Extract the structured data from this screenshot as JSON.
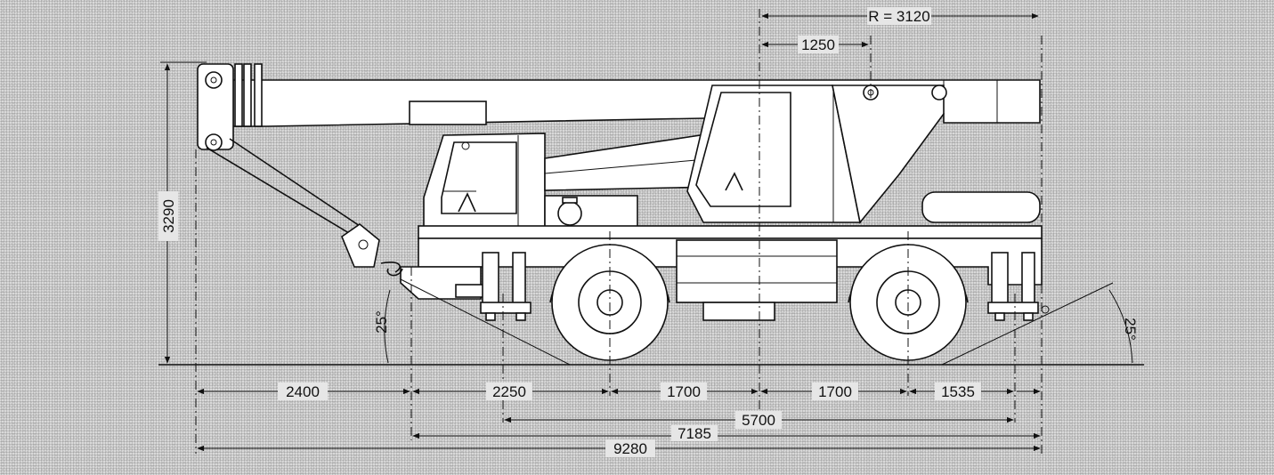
{
  "dimensions": {
    "radius": "R = 3120",
    "cab_offset": "1250",
    "height": "3290",
    "front_overhang": "2400",
    "front_to_axle": "2250",
    "axle_front_to_center": "1700",
    "center_to_axle_rear": "1700",
    "rear_overhang": "1535",
    "outrigger_span": "5700",
    "chassis_length": "7185",
    "overall_length": "9280",
    "approach_angle": "25°",
    "departure_angle": "25°"
  }
}
